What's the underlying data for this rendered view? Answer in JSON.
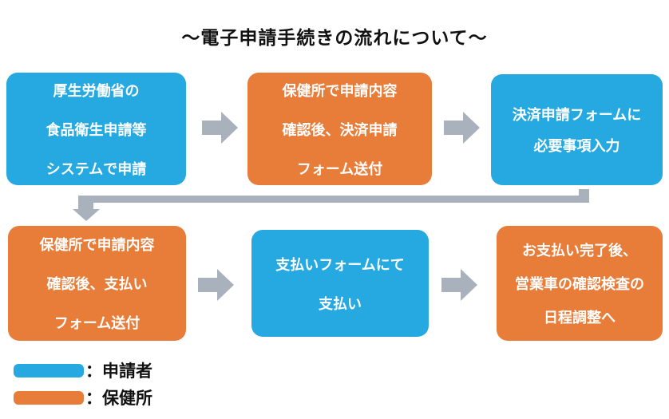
{
  "title": "～電子申請手続きの流れについて～",
  "colors": {
    "applicant_blue": "#25A9E0",
    "health_center_orange": "#E87D3A",
    "arrow_gray": "#A9B1BD"
  },
  "flow": {
    "row1": [
      {
        "role": "applicant",
        "lines": [
          "厚生労働省の",
          "食品衛生申請等",
          "システムで申請"
        ]
      },
      {
        "role": "health_center",
        "lines": [
          "保健所で申請内容",
          "確認後、決済申請",
          "フォーム送付"
        ]
      },
      {
        "role": "applicant",
        "lines": [
          "決済申請フォームに",
          "必要事項入力"
        ]
      }
    ],
    "row2": [
      {
        "role": "health_center",
        "lines": [
          "保健所で申請内容",
          "確認後、支払い",
          "フォーム送付"
        ]
      },
      {
        "role": "applicant",
        "lines": [
          "支払いフォームにて",
          "支払い"
        ]
      },
      {
        "role": "health_center",
        "lines": [
          "お支払い完了後、",
          "営業車の確認検査の",
          "日程調整へ"
        ]
      }
    ]
  },
  "legend": [
    {
      "role": "applicant",
      "label": "：申請者"
    },
    {
      "role": "health_center",
      "label": "：保健所"
    }
  ]
}
